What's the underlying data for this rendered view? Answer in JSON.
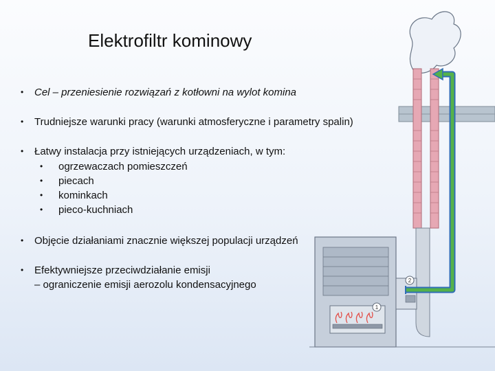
{
  "title": "Elektrofiltr kominowy",
  "bullets": [
    {
      "text": "Cel – przeniesienie rozwiązań z kotłowni na wylot komina",
      "italic": true
    },
    {
      "text": "Trudniejsze warunki pracy (warunki atmosferyczne i parametry spalin)"
    },
    {
      "text": "Łatwy instalacja przy istniejących urządzeniach, w tym:",
      "sub": [
        "ogrzewaczach pomieszczeń",
        "piecach",
        "kominkach",
        "pieco-kuchniach"
      ]
    },
    {
      "text": "Objęcie działaniami znacznie większej populacji urządzeń"
    },
    {
      "text": "Efektywniejsze przeciwdziałanie emisji",
      "line2": "– ograniczenie emisji aerozolu kondensacyjnego"
    }
  ],
  "bullet_symbol": "•",
  "diagram": {
    "labels": [
      "1",
      "2"
    ],
    "colors": {
      "arrow": "#55b24a",
      "arrow_outline": "#2f6db5",
      "brick": "#e6a8b4",
      "metal": "#b7c1cf",
      "flame": "#e2504a"
    }
  }
}
